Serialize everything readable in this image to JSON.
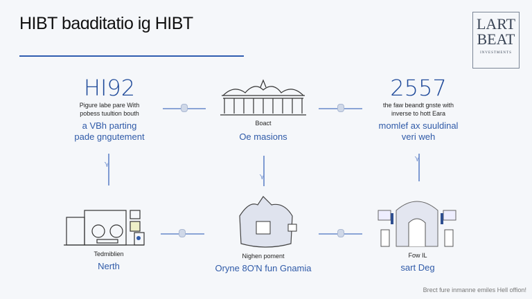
{
  "header": {
    "title": "HIBT baɑditatio ig HIBT"
  },
  "logo": {
    "line1": "LART",
    "line2": "BEAT",
    "line3": "INVESTMENTS"
  },
  "top_row": [
    {
      "number": "HI92",
      "caption": [
        "Pigure labe pare With",
        "pobess tuultion bouth"
      ],
      "highlight": [
        "a VBh parting",
        "pade gngutement"
      ]
    },
    {
      "icon": "building-icon",
      "caption": [
        "Boact"
      ],
      "highlight": [
        "Oe masions"
      ]
    },
    {
      "number": "2557",
      "caption": [
        "the faw beandt gnste with",
        "inverse to hott Eara"
      ],
      "highlight": [
        "momlef ax suuldinal",
        "veri weh"
      ]
    }
  ],
  "bottom_row": [
    {
      "icon": "machine-icon",
      "caption": "Tedmiblien",
      "highlight": "Nerth"
    },
    {
      "icon": "mountain-house-icon",
      "caption": "Nighen poment",
      "highlight": "Oryne 8O'N fun Gnamia"
    },
    {
      "icon": "gateway-icon",
      "caption": "Fow IL",
      "highlight": "sart Deg"
    }
  ],
  "footer": {
    "text": "Brect fure inmanne emiles Hell offion!"
  },
  "colors": {
    "accent": "#2f5db0",
    "number": "#1f4a9a",
    "background": "#f5f7fa"
  }
}
